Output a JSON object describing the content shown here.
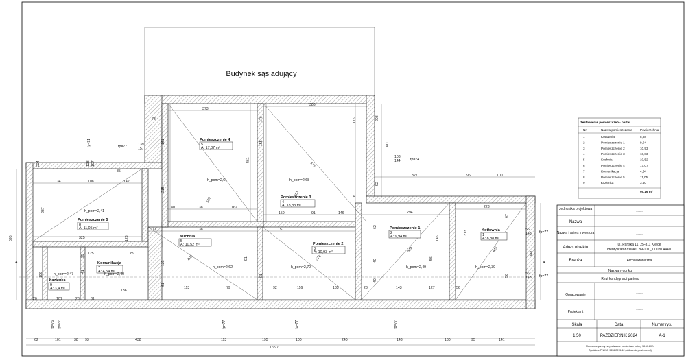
{
  "neighbor_label": "Budynek sąsiadujący",
  "rooms": [
    {
      "name": "Pomieszczenie 4",
      "number": "5",
      "area": "A: 17,07 m²",
      "height": "h_pom=2,61"
    },
    {
      "name": "Pomieszczenie 3",
      "number": "4",
      "area": "A: 18,83 m²",
      "height": "h_pom=2,68"
    },
    {
      "name": "Pomieszczenie 5",
      "number": "8",
      "area": "A: 11,05 m²",
      "height": "h_pom=2,41"
    },
    {
      "name": "Kuchnia",
      "number": "5",
      "area": "A: 10,52 m²",
      "height": "h_pom=2,62"
    },
    {
      "name": "Pomieszczenie 2",
      "number": "3",
      "area": "A: 10,93 m²",
      "height": "h_pom=2,70"
    },
    {
      "name": "Pomieszczenie 1",
      "number": "2",
      "area": "A: 9,94 m²",
      "height": "h_pom=2,49"
    },
    {
      "name": "Kotłownia",
      "number": "1",
      "area": "A: 8,88 m²",
      "height": "h_pom=2,39"
    },
    {
      "name": "Komunikacja",
      "number": "7",
      "area": "A: 4,54 m²",
      "height": "h_pom=2,40"
    },
    {
      "name": "Łazienka",
      "number": "9",
      "area": "A: 3,4 m²",
      "height": "h_pom=2,47"
    }
  ],
  "dims": {
    "top": [
      "373",
      "385"
    ],
    "mid": [
      "134",
      "108",
      "142",
      "294",
      "327",
      "96",
      "100",
      "223"
    ],
    "inner": [
      "80",
      "138",
      "162",
      "150",
      "91",
      "146",
      "77",
      "138",
      "171",
      "157",
      "73",
      "85",
      "325",
      "125",
      "89"
    ],
    "bottom_inner": [
      "20",
      "101",
      "28",
      "31",
      "136",
      "113",
      "79",
      "92",
      "116",
      "185",
      "28",
      "143",
      "127",
      "56"
    ],
    "bottom_chain": [
      "62",
      "101",
      "38",
      "93",
      "438",
      "113",
      "195",
      "100",
      "240",
      "143",
      "180",
      "95",
      "141"
    ],
    "total": "1 997",
    "vertical": [
      "161",
      "461",
      "215",
      "596",
      "287",
      "176",
      "224",
      "106",
      "123",
      "61",
      "41",
      "91",
      "176",
      "213",
      "447",
      "176",
      "40",
      "67",
      "62",
      "411",
      "208",
      "155",
      "92",
      "91",
      "40",
      "56",
      "56",
      "95",
      "146",
      "123"
    ],
    "levels": [
      "fp=77",
      "fp=74",
      "fp=77",
      "fp=77",
      "fp=91",
      "fp=76",
      "fp=77",
      "fp=77",
      "fp=77",
      "fp=77"
    ],
    "diagonals": [
      "676",
      "569",
      "409",
      "576",
      "601",
      "514",
      "415"
    ],
    "side": [
      "139",
      "157",
      "103",
      "144",
      "56",
      "148",
      "56",
      "148",
      "128",
      "107"
    ]
  },
  "section": "A",
  "schedule": {
    "title": "Zestawienie pomieszczeń - parter",
    "headers": [
      "Nr",
      "Nazwa pomieszczenia",
      "Powierzchnia"
    ],
    "rows": [
      [
        "1",
        "Kotłownia",
        "8,88"
      ],
      [
        "2",
        "Pomieszczenie 1",
        "9,94"
      ],
      [
        "3",
        "Pomieszczenie 2",
        "10,93"
      ],
      [
        "4",
        "Pomieszczenie 3",
        "18,83"
      ],
      [
        "5",
        "Kuchnia",
        "10,52"
      ],
      [
        "6",
        "Pomieszczenie 4",
        "17,07"
      ],
      [
        "7",
        "Komunikacja",
        "4,54"
      ],
      [
        "8",
        "Pomieszczenie 5",
        "11,05"
      ],
      [
        "9",
        "Łazienka",
        "3,40"
      ]
    ],
    "total": "95,16 m²"
  },
  "title_block": {
    "unit_label": "Jednostka projektowa",
    "unit_value": "--------",
    "name_label": "Nazwa",
    "name_value": "--------",
    "investor_label": "Nazwa i adres inwestora",
    "investor_value": "--------",
    "address_label": "Adres obiektu",
    "address_line1": "ul. Pańska 11, 25-811 Kielce",
    "address_line2": "Identyfikator działki: 266101_1.0020.444/1",
    "branch_label": "Branża",
    "branch_value": "Architektoniczna",
    "drawing_label": "Nazwa rysunku",
    "drawing_value": "Rzut kondygnacji parteru",
    "checker_label": "Opracowanie",
    "checker_value": "--------",
    "designer_label": "Projektant",
    "designer_value": "--------",
    "scale_label": "Skala",
    "scale_value": "1:50",
    "date_label": "Data",
    "date_value": "PAŹDZIERNIK 2024",
    "number_label": "Numer rys.",
    "number_value": "A-1",
    "note_line1": "Plan sporządzony na podstawie pomiarów z natury 18.10.2024",
    "note_line2": "Zgodnie z PN-ISO 9836:2015-12 (obliczenia powierzchni)"
  }
}
